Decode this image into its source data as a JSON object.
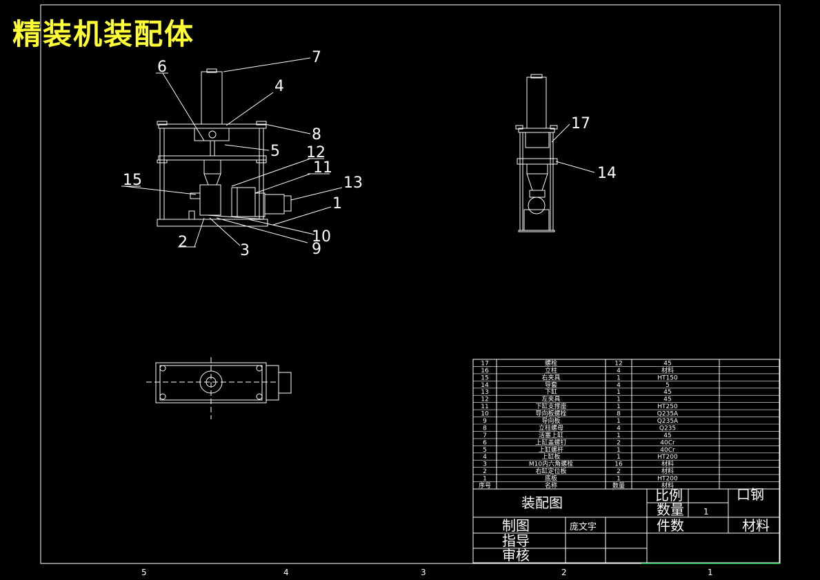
{
  "title": "精装机装配体",
  "callouts": [
    "6",
    "7",
    "4",
    "8",
    "5",
    "12",
    "11",
    "15",
    "13",
    "1",
    "10",
    "2",
    "3",
    "9",
    "17",
    "14"
  ],
  "zones": [
    "5",
    "4",
    "3",
    "2",
    "1"
  ],
  "bom": {
    "rows": [
      {
        "no": "17",
        "name": "螺栓",
        "qty": "12",
        "material": "45"
      },
      {
        "no": "16",
        "name": "立柱",
        "qty": "4",
        "material": "材料"
      },
      {
        "no": "15",
        "name": "右夹具",
        "qty": "1",
        "material": "HT150"
      },
      {
        "no": "14",
        "name": "导套",
        "qty": "4",
        "material": "5"
      },
      {
        "no": "13",
        "name": "下缸",
        "qty": "1",
        "material": "45"
      },
      {
        "no": "12",
        "name": "左夹具",
        "qty": "1",
        "material": "45"
      },
      {
        "no": "11",
        "name": "下缸支撑座",
        "qty": "1",
        "material": "HT250"
      },
      {
        "no": "10",
        "name": "导向板螺栓",
        "qty": "8",
        "material": "Q235A"
      },
      {
        "no": "9",
        "name": "导向板",
        "qty": "1",
        "material": "Q235A"
      },
      {
        "no": "8",
        "name": "立柱螺母",
        "qty": "4",
        "material": "Q235"
      },
      {
        "no": "7",
        "name": "活塞上缸",
        "qty": "1",
        "material": "45"
      },
      {
        "no": "6",
        "name": "上缸盖螺钉",
        "qty": "2",
        "material": "40Cr"
      },
      {
        "no": "5",
        "name": "上缸螺杆",
        "qty": "1",
        "material": "40Cr"
      },
      {
        "no": "4",
        "name": "上缸板",
        "qty": "1",
        "material": "HT200"
      },
      {
        "no": "3",
        "name": "M10内六角螺栓",
        "qty": "16",
        "material": "材料"
      },
      {
        "no": "2",
        "name": "右缸定位板",
        "qty": "2",
        "material": "材料"
      },
      {
        "no": "1",
        "name": "底板",
        "qty": "1",
        "material": "HT200"
      }
    ],
    "header": {
      "no": "序号",
      "name": "名称",
      "qty": "数量",
      "material": "材料"
    }
  },
  "titleblock": {
    "drawing_name": "装配图",
    "scale_label": "比例",
    "qty_label": "数量",
    "qty_value": "1",
    "material_value": "口钢",
    "pieces_label": "件数",
    "material_label": "材料",
    "drawn_label": "制图",
    "drawn_by": "庞文宇",
    "guide_label": "指导",
    "review_label": "审核"
  },
  "colors": {
    "background": "#000000",
    "line": "#ffffff",
    "title": "#ffff33",
    "accent": "#00cc44"
  }
}
